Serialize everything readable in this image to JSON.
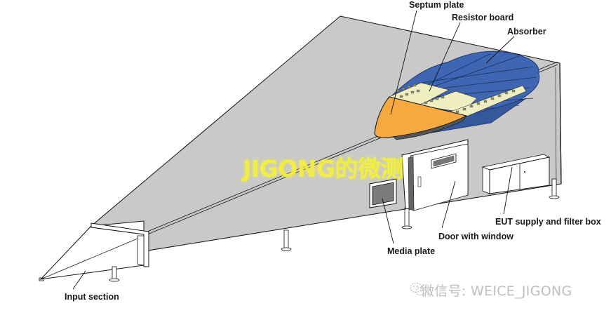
{
  "diagram": {
    "subject": "GTEM cell",
    "labels": {
      "septum_plate": "Septum plate",
      "resistor_board": "Resistor board",
      "absorber": "Absorber",
      "eut_supply": "EUT supply and filter box",
      "door": "Door with window",
      "media_plate": "Media plate",
      "input_section": "Input section"
    },
    "colors": {
      "chamber_wall": "#c8c8c8",
      "septum": "#f5a941",
      "absorber": "#3d64b0",
      "absorber_dark": "#27427a",
      "resistor_board": "#efeec0",
      "media_plate": "#7a7a7a",
      "outline": "#111111"
    }
  },
  "watermark": {
    "title": "JIGONG的微测",
    "account": "微信号: WEICE_JIGONG",
    "icon": "wechat-icon"
  }
}
